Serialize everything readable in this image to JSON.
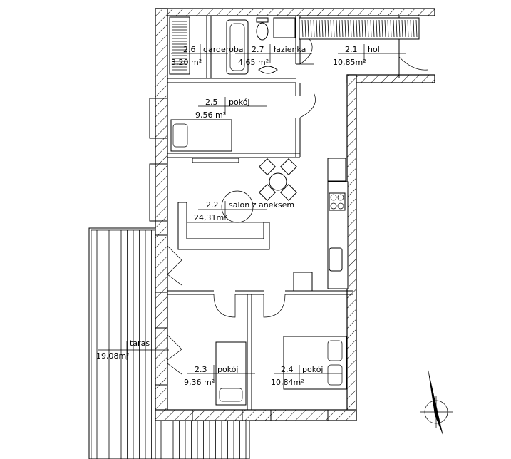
{
  "plan": {
    "rooms": [
      {
        "id": "2.1",
        "name": "hol",
        "area": "10,85m²"
      },
      {
        "id": "2.2",
        "name": "salon z aneksem",
        "area": "24,31m²"
      },
      {
        "id": "2.3",
        "name": "pokój",
        "area": "9,36 m²"
      },
      {
        "id": "2.4",
        "name": "pokój",
        "area": "10,84m²"
      },
      {
        "id": "2.5",
        "name": "pokój",
        "area": "9,56 m²"
      },
      {
        "id": "2.6",
        "name": "garderoba",
        "area": "3,20 m²"
      },
      {
        "id": "2.7",
        "name": "łazienka",
        "area": "4,65 m²"
      }
    ],
    "terrace": {
      "name": "taras",
      "area": "19,08m²"
    },
    "colors": {
      "line": "#000000",
      "background": "#ffffff"
    }
  }
}
